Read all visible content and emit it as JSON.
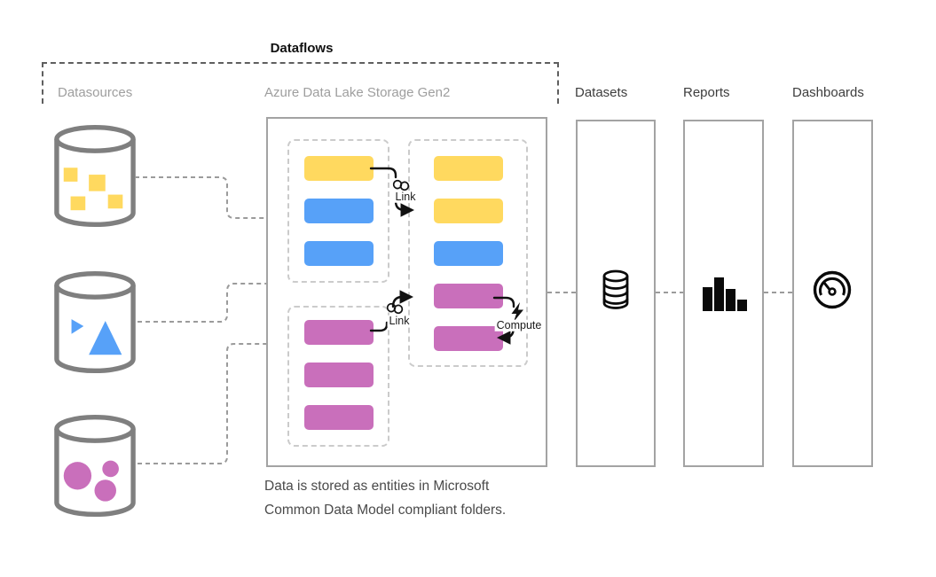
{
  "title": "Dataflows",
  "labels": {
    "datasources": "Datasources",
    "storage": "Azure Data Lake Storage Gen2",
    "datasets": "Datasets",
    "reports": "Reports",
    "dashboards": "Dashboards"
  },
  "annotations": {
    "link_top": "Link",
    "link_bottom": "Link",
    "compute": "Compute"
  },
  "caption": {
    "line1": "Data is stored as entities in Microsoft",
    "line2": "Common Data Model compliant folders."
  },
  "colors": {
    "entity_yellow": "#FFD95F",
    "entity_blue": "#57A1F8",
    "entity_magenta": "#C96FBB",
    "cylinder_stroke": "#7F7F7F",
    "box_border": "#A3A3A3",
    "group_border": "#CBCBCB",
    "connector_gray": "#9B9B9B",
    "arrow_black": "#111111",
    "label_muted": "#9E9E9E",
    "label_dark": "#3D3D3D",
    "caption_text": "#4A4A4A"
  },
  "datasources": [
    {
      "name": "datasource-squares",
      "shape": "squares",
      "color": "entity_yellow"
    },
    {
      "name": "datasource-triangles",
      "shape": "triangles",
      "color": "entity_blue"
    },
    {
      "name": "datasource-circles",
      "shape": "circles",
      "color": "entity_magenta"
    }
  ],
  "storage_groups": {
    "left_top": [
      "entity_yellow",
      "entity_blue",
      "entity_blue"
    ],
    "left_bottom": [
      "entity_magenta",
      "entity_magenta",
      "entity_magenta"
    ],
    "right": [
      "entity_yellow",
      "entity_yellow",
      "entity_blue",
      "entity_magenta",
      "entity_magenta"
    ]
  },
  "icons": {
    "datasets": "database-icon",
    "reports": "bar-chart-icon",
    "dashboards": "gauge-icon"
  }
}
